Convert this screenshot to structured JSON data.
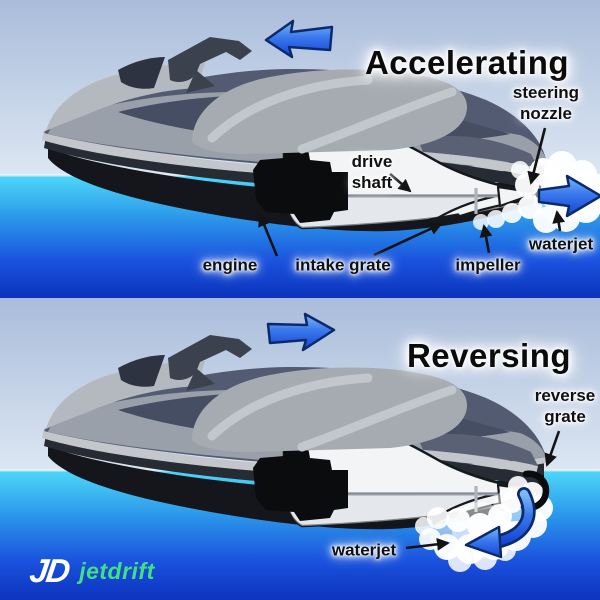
{
  "panels": [
    {
      "title": "Accelerating",
      "arrow_direction": "left",
      "labels": {
        "steering_nozzle": "steering nozzle",
        "drive_shaft": "drive shaft",
        "engine": "engine",
        "intake_grate": "intake grate",
        "impeller": "impeller",
        "waterjet": "waterjet"
      }
    },
    {
      "title": "Reversing",
      "arrow_direction": "right",
      "labels": {
        "reverse_grate": "reverse grate",
        "waterjet": "waterjet"
      }
    }
  ],
  "logo": {
    "monogram": "JD",
    "wordmark": "jetdrift"
  },
  "colors": {
    "wordmark_green": "#45df82",
    "arrow_blue": "#2f6de8",
    "sky_top": "#a9bcda",
    "water_surface": "#4ed9f8",
    "water_deep": "#0c33bd",
    "label_text": "#101010"
  }
}
